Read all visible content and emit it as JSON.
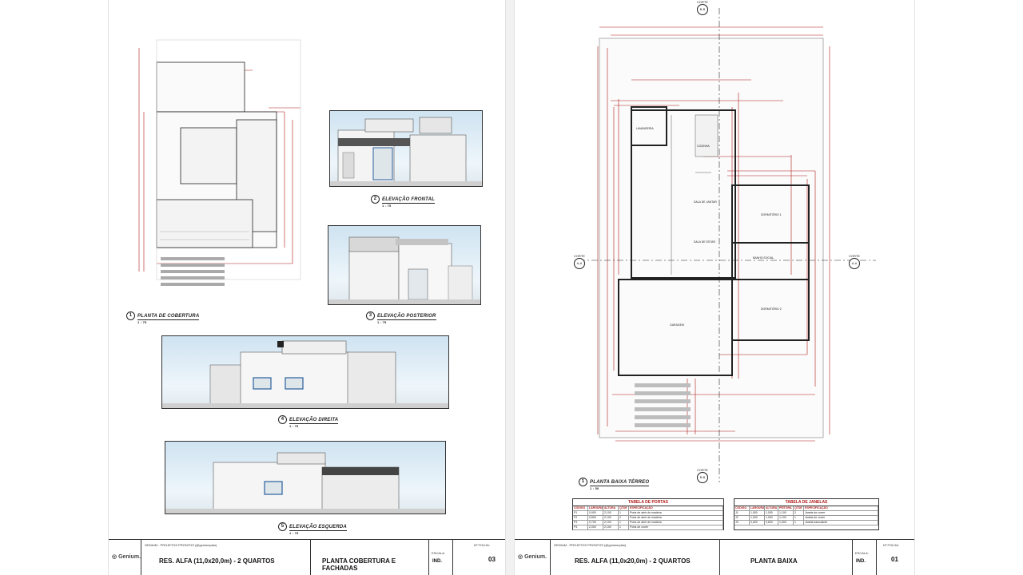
{
  "sheet_left": {
    "plans": [
      {
        "num": "1",
        "title": "PLANTA DE COBERTURA",
        "scale": "1 : 75"
      },
      {
        "num": "2",
        "title": "ELEVAÇÃO FRONTAL",
        "scale": "1 : 75"
      },
      {
        "num": "3",
        "title": "ELEVAÇÃO POSTERIOR",
        "scale": "1 : 75"
      },
      {
        "num": "4",
        "title": "ELEVAÇÃO DIREITA",
        "scale": "1 : 75"
      },
      {
        "num": "5",
        "title": "ELEVAÇÃO ESQUERDA",
        "scale": "1 : 75"
      }
    ],
    "title_block": {
      "brand": "Genium.",
      "company": "GENIUM - PROJETOS PRONTOS (@geniumplan)",
      "project": "RES. ALFA (11,0x20,0m) - 2 QUARTOS",
      "drawing": "PLANTA COBERTURA E FACHADAS",
      "scale_label": "ESCALA:",
      "scale_value": "IND.",
      "sheet_label": "Nº FOLHA:",
      "sheet_value": "03"
    }
  },
  "sheet_right": {
    "plan": {
      "num": "1",
      "title": "PLANTA BAIXA TÉRREO",
      "scale": "1 : 50"
    },
    "corte_labels": [
      "CORTE",
      "CORTE",
      "CORTE",
      "CORTE"
    ],
    "rooms": [
      "LAVANDERIA",
      "COZINHA",
      "SALA DE JANTAR",
      "SALA DE ESTAR",
      "DORMITÓRIO 1",
      "DORMITÓRIO 2",
      "GARAGEM",
      "BANHO SOCIAL"
    ],
    "table_doors": {
      "title": "TABELA DE PORTAS",
      "headers": [
        "CÓDIGO",
        "LARGURA",
        "ALTURA",
        "QTDE",
        "ESPECIFICAÇÃO"
      ],
      "rows": [
        [
          "P1",
          "0,900",
          "2,100",
          "1",
          "Porta de abrir de madeira"
        ],
        [
          "P2",
          "0,800",
          "2,100",
          "2",
          "Porta de abrir de madeira"
        ],
        [
          "P3",
          "0,700",
          "2,100",
          "1",
          "Porta de abrir de madeira"
        ],
        [
          "P4",
          "2,000",
          "2,100",
          "1",
          "Porta de correr"
        ]
      ]
    },
    "table_windows": {
      "title": "TABELA DE JANELAS",
      "headers": [
        "CÓDIGO",
        "LARGURA",
        "ALTURA",
        "PEITORIL",
        "QTDE",
        "ESPECIFICAÇÃO"
      ],
      "rows": [
        [
          "J1",
          "1,500",
          "1,000",
          "1,100",
          "2",
          "Janela de correr"
        ],
        [
          "J2",
          "1,000",
          "1,000",
          "1,100",
          "1",
          "Janela de correr"
        ],
        [
          "J3",
          "0,600",
          "0,600",
          "1,500",
          "1",
          "Janela basculante"
        ]
      ]
    },
    "title_block": {
      "brand": "Genium.",
      "company": "GENIUM - PROJETOS PRONTOS (@geniumplan)",
      "project": "RES. ALFA (11,0x20,0m) - 2 QUARTOS",
      "drawing": "PLANTA BAIXA",
      "scale_label": "ESCALA:",
      "scale_value": "IND.",
      "sheet_label": "Nº FOLHA:",
      "sheet_value": "01"
    }
  },
  "colors": {
    "dimension": "#b01818",
    "line": "#222222",
    "sky": "#cfe3f1"
  }
}
